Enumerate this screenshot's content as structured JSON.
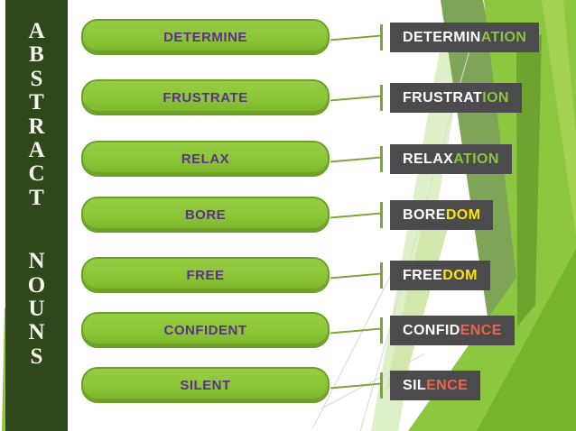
{
  "sidebar": {
    "word1": "ABSTRACT",
    "word2": "NOUNS"
  },
  "rows": [
    {
      "base": "DETERMINE",
      "prefix": "DETERMIN",
      "suffix": "ATION",
      "suffix_color": "#8dc63f"
    },
    {
      "base": "FRUSTRATE",
      "prefix": "FRUSTRAT",
      "suffix": "ION",
      "suffix_color": "#8dc63f"
    },
    {
      "base": "RELAX",
      "prefix": "RELAX",
      "suffix": "ATION",
      "suffix_color": "#8dc63f"
    },
    {
      "base": "BORE",
      "prefix": "BORE",
      "suffix": "DOM",
      "suffix_color": "#ffe60a"
    },
    {
      "base": "FREE",
      "prefix": "FREE",
      "suffix": "DOM",
      "suffix_color": "#ffe60a"
    },
    {
      "base": "CONFIDENT",
      "prefix": "CONFID",
      "suffix": "ENCE",
      "suffix_color": "#e8674e"
    },
    {
      "base": "SILENT",
      "prefix": "SIL",
      "suffix": "ENCE",
      "suffix_color": "#e8674e"
    }
  ],
  "colors": {
    "sidebar_bg": "#2f481b",
    "pill_fill": "#8ac636",
    "pill_border": "#6b9f28",
    "pill_text": "#5b3089",
    "noun_box_bg": "#4b4b4d",
    "noun_text": "#ffffff",
    "connector": "#7aa43c",
    "accent_green": "#8dc63f"
  }
}
